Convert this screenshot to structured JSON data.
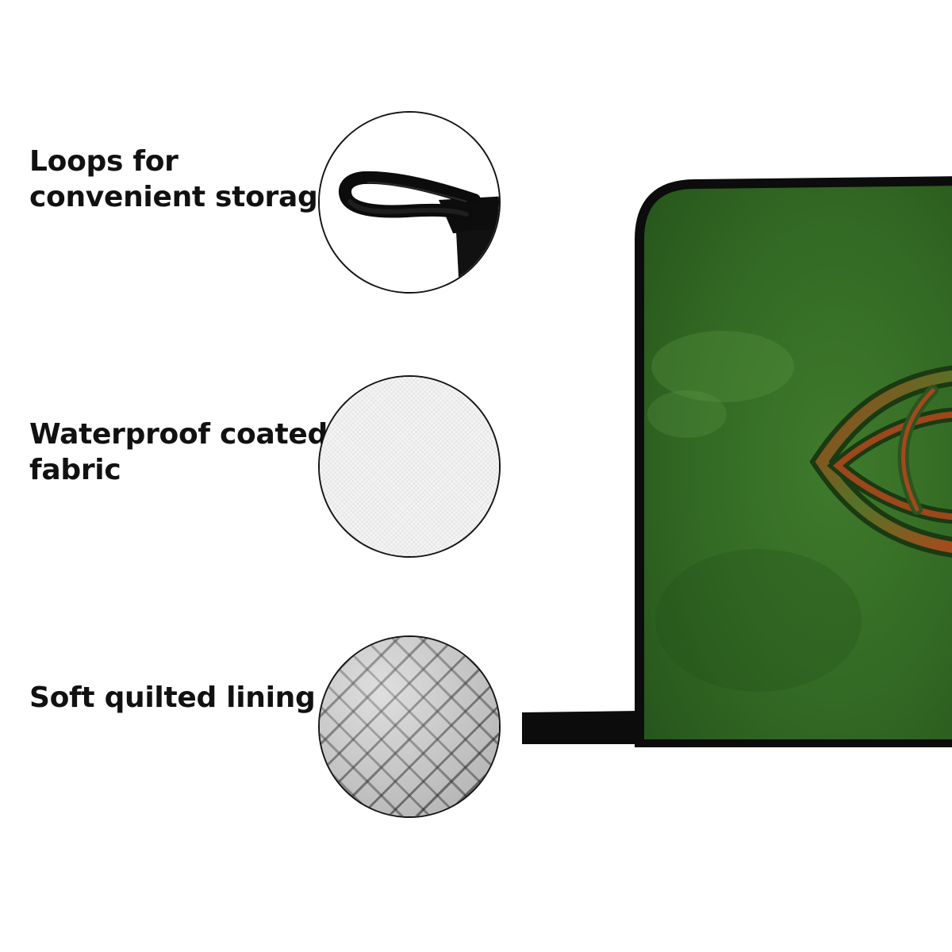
{
  "features": [
    {
      "lines": [
        "Loops for",
        "convenient storage"
      ],
      "icon": "hanging-loop-icon"
    },
    {
      "lines": [
        "Waterproof coated",
        "fabric"
      ],
      "icon": "woven-fabric-icon"
    },
    {
      "lines": [
        "Soft quilted lining"
      ],
      "icon": "quilted-lining-icon"
    }
  ],
  "colors": {
    "text": "#111111",
    "circle_border": "#151515",
    "pot_holder_green": "#3a7028",
    "binding_black": "#0c0c0c",
    "knot_orange": "#c2461a"
  }
}
